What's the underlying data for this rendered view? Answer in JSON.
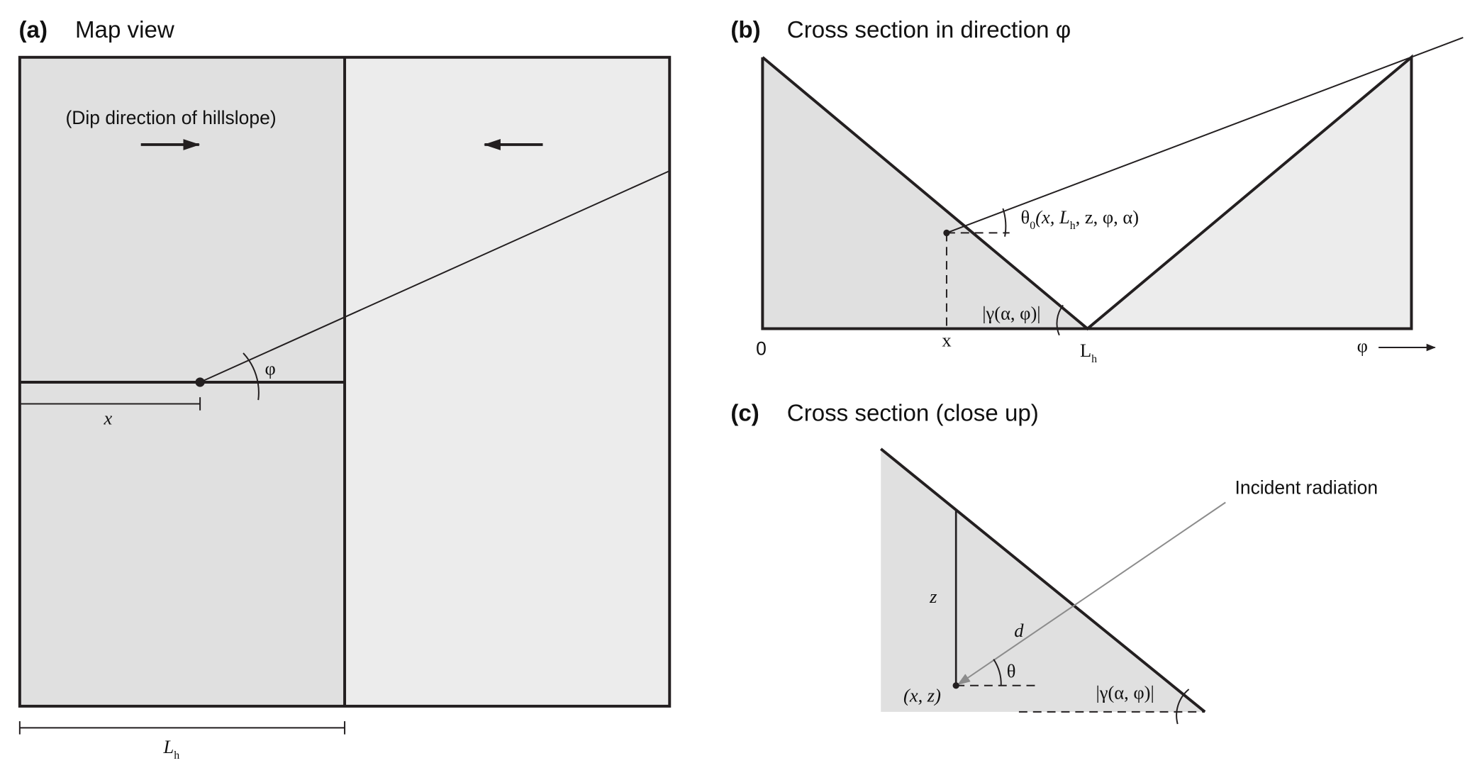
{
  "panels": {
    "a": {
      "letter": "(a)",
      "title": "Map view",
      "dip_label": "(Dip direction of hillslope)",
      "x_label": "x",
      "phi_label": "φ",
      "lh_label": "L",
      "lh_sub": "h"
    },
    "b": {
      "letter": "(b)",
      "title": "Cross section in direction φ",
      "zero": "0",
      "x_tick": "x",
      "lh_tick": "L",
      "lh_sub": "h",
      "phi_axis": "φ",
      "theta0_main": "θ",
      "theta0_sub": "0",
      "theta0_args_1": "(x, L",
      "theta0_args_sub": "h",
      "theta0_args_2": ", z, φ, α)",
      "gamma_label": "|γ(α, φ)|"
    },
    "c": {
      "letter": "(c)",
      "title": "Cross section (close up)",
      "incident": "Incident radiation",
      "z_label": "z",
      "d_label": "d",
      "theta_label": "θ",
      "point_label": "(x, z)",
      "gamma_label": "|γ(α, φ)|"
    }
  },
  "colors": {
    "dark_fill": "#e0e0e0",
    "light_fill": "#ececec",
    "line": "#231f20",
    "ray": "#8c8c8c"
  }
}
